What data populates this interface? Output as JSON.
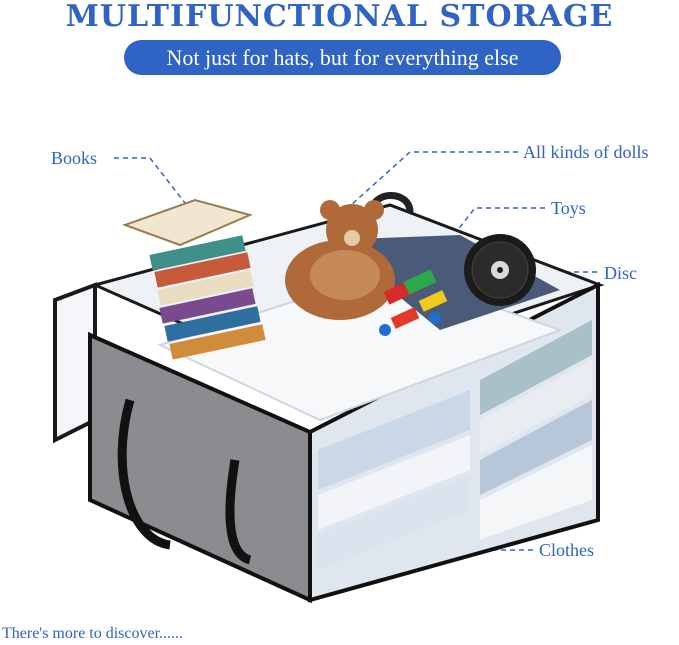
{
  "heading": "MULTIFUNCTIONAL STORAGE",
  "subheading": "Not just for hats, but for everything else",
  "callouts": {
    "books": "Books",
    "dolls": "All kinds of dolls",
    "toys": "Toys",
    "disc": "Disc",
    "clothes": "Clothes"
  },
  "footer": "There's more to discover......",
  "colors": {
    "accent": "#2f63c4",
    "bag_side": "#8a8c8f",
    "bag_trim": "#1a1a1a",
    "handle": "#111111"
  },
  "icons": [
    "book-stack-icon",
    "teddy-bear-icon",
    "toy-blocks-icon",
    "disc-icon",
    "clothes-icon"
  ]
}
